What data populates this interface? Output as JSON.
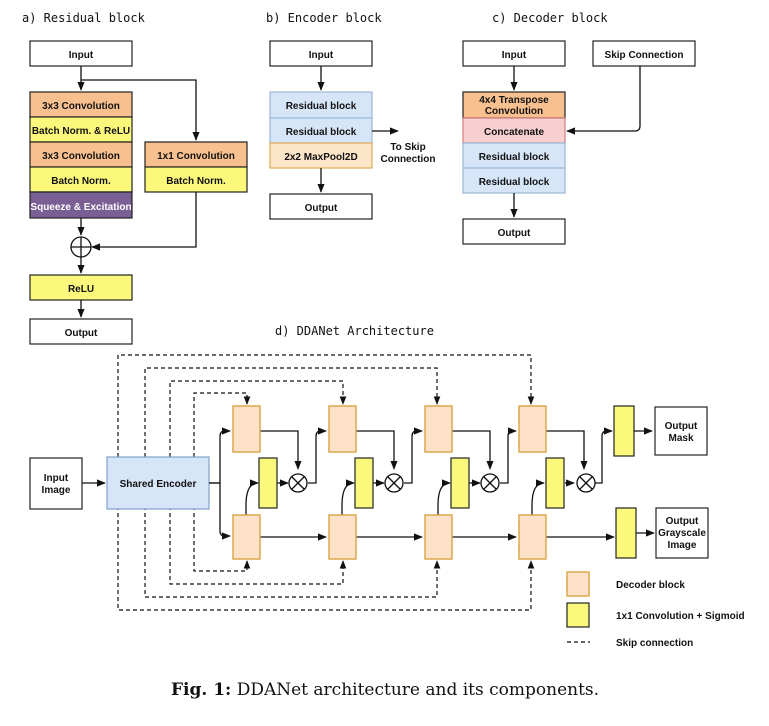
{
  "colors": {
    "conv": "#f8c08e",
    "norm": "#fbf87c",
    "se": "#7a5f95",
    "residual": "#d6e6f8",
    "pool": "#fde6c8",
    "concat": "#f7cfd0",
    "decoder": "#fde1c9",
    "sigmoid": "#fbf87c",
    "encoder": "#d6e6f8"
  },
  "residual_block": {
    "title": "a) Residual block",
    "input": "Input",
    "conv1": "3x3 Convolution",
    "bn_relu": "Batch Norm. & ReLU",
    "conv2": "3x3 Convolution",
    "bn": "Batch Norm.",
    "se": "Squeeze & Excitation",
    "skip_conv": "1x1 Convolution",
    "skip_bn": "Batch Norm.",
    "relu": "ReLU",
    "output": "Output"
  },
  "encoder_block": {
    "title": "b) Encoder block",
    "input": "Input",
    "res1": "Residual block",
    "res2": "Residual block",
    "pool": "2x2 MaxPool2D",
    "to_skip_1": "To Skip",
    "to_skip_2": "Connection",
    "output": "Output"
  },
  "decoder_block": {
    "title": "c) Decoder block",
    "input": "Input",
    "skip": "Skip Connection",
    "transpose_1": "4x4 Transpose",
    "transpose_2": "Convolution",
    "concat": "Concatenate",
    "res1": "Residual block",
    "res2": "Residual block",
    "output": "Output"
  },
  "ddanet": {
    "title": "d) DDANet Architecture",
    "input_1": "Input",
    "input_2": "Image",
    "encoder": "Shared Encoder",
    "out_mask_1": "Output",
    "out_mask_2": "Mask",
    "out_gray_1": "Output",
    "out_gray_2": "Grayscale",
    "out_gray_3": "Image"
  },
  "legend": {
    "decoder": "Decoder block",
    "sigmoid": "1x1 Convolution + Sigmoid",
    "skip": "Skip connection"
  },
  "caption": {
    "bold": "Fig. 1:",
    "text": " DDANet architecture and its components."
  }
}
